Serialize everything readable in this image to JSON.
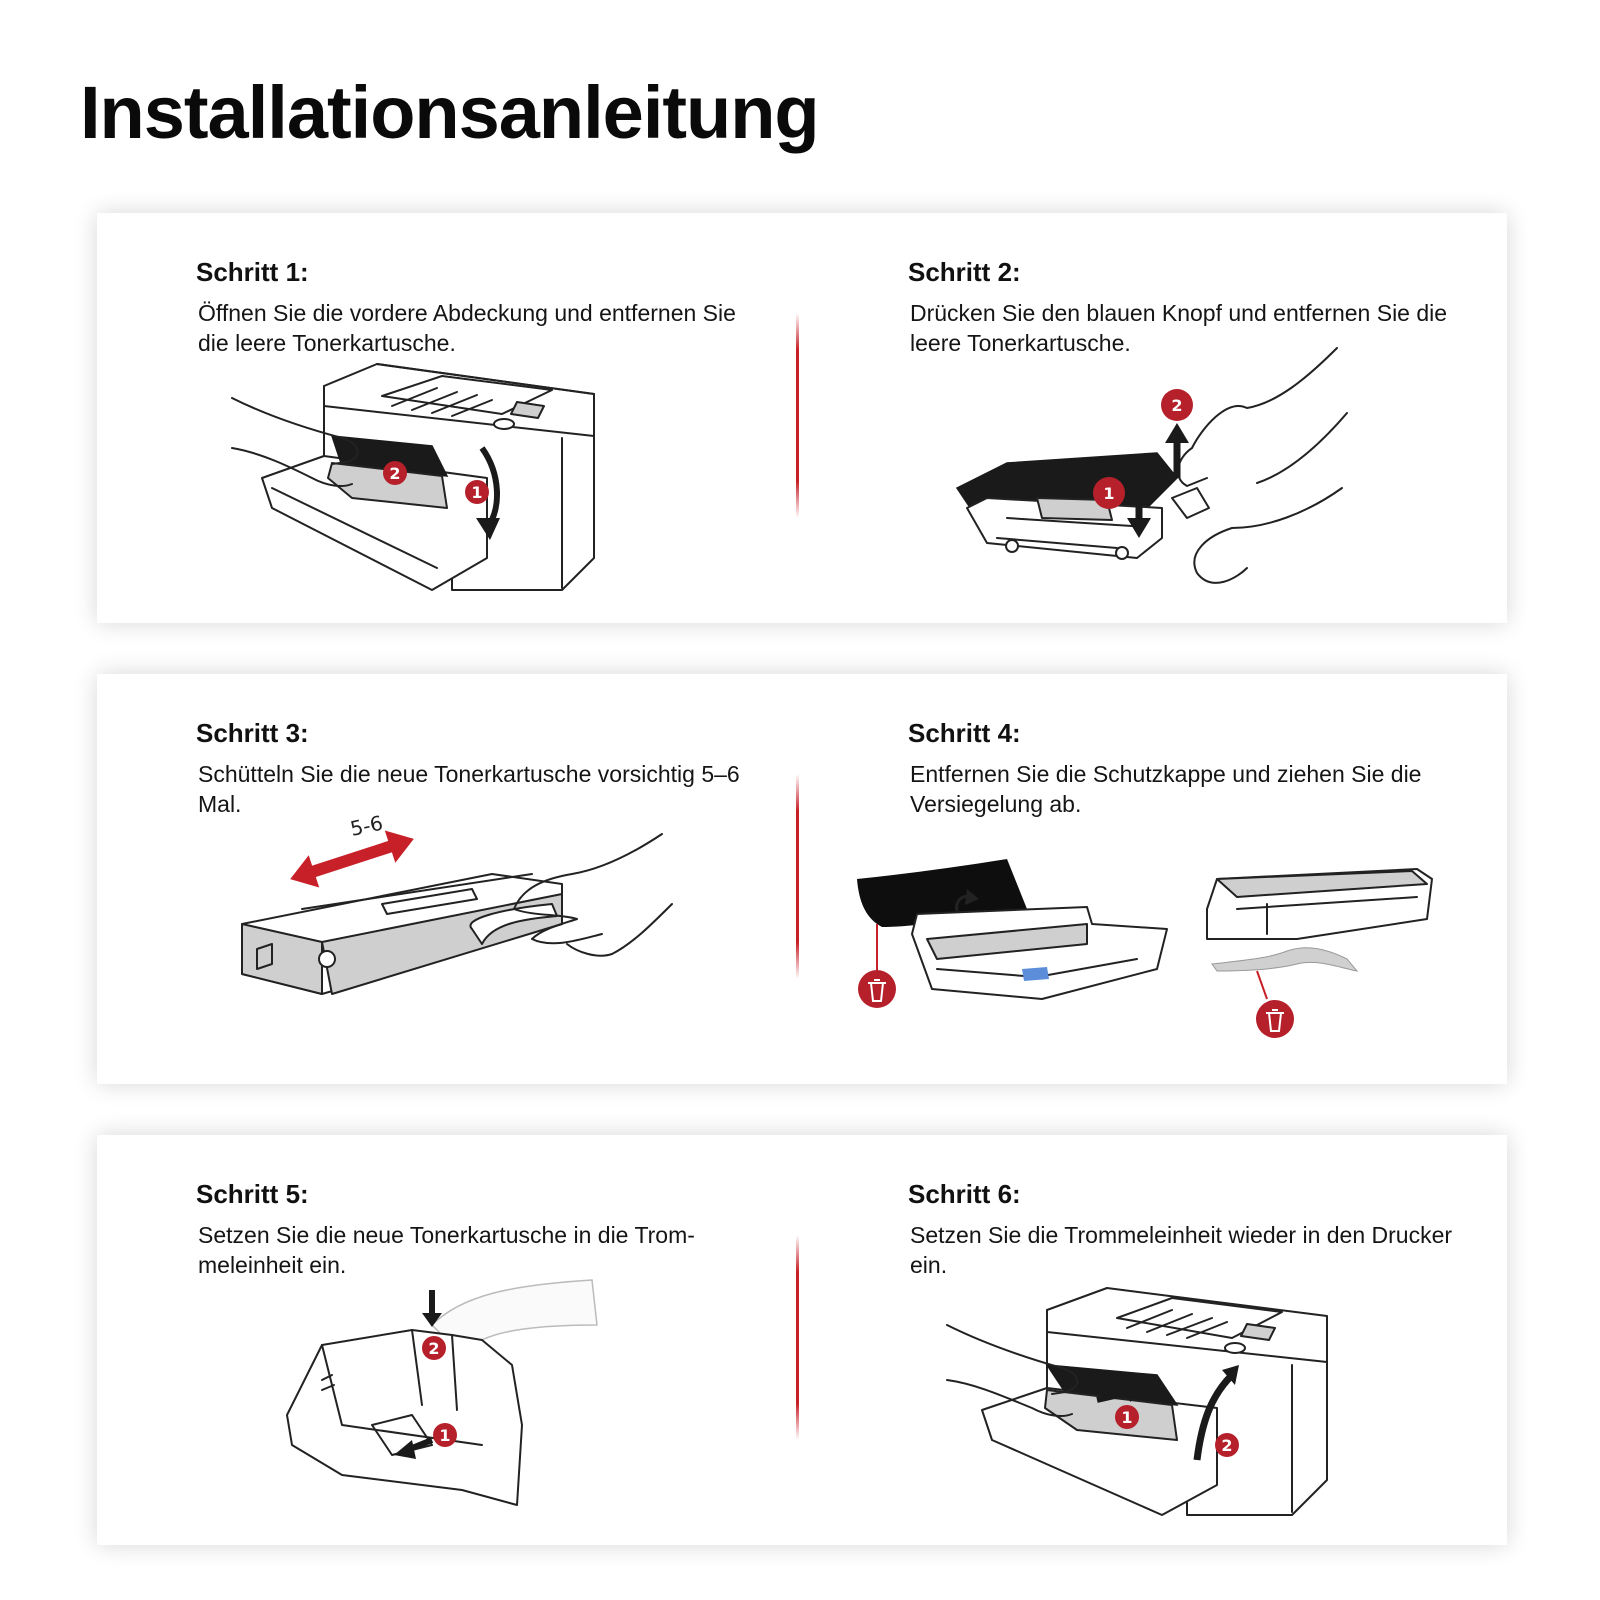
{
  "title": "Installationsanleitung",
  "colors": {
    "accent": "#c82028",
    "text": "#111111",
    "card": "#ffffff"
  },
  "steps": [
    {
      "title": "Schritt 1:",
      "text": "Öffnen Sie die vordere Abdeckung und entfernen Sie die leere Tonerkartusche.",
      "badges": [
        "1",
        "2"
      ]
    },
    {
      "title": "Schritt 2:",
      "text": "Drücken Sie den blauen Knopf und entfernen Sie die leere Tonerkartusche.",
      "badges": [
        "1",
        "2"
      ]
    },
    {
      "title": "Schritt 3:",
      "text": "Schütteln Sie die neue Tonerkartusche vorsichtig 5–6 Mal.",
      "shake_label": "5-6"
    },
    {
      "title": "Schritt 4:",
      "text": "Entfernen Sie die Schutzkappe und ziehen Sie die Versiegelung ab.",
      "icons": [
        "trash-icon",
        "trash-icon"
      ]
    },
    {
      "title": "Schritt 5:",
      "text": "Setzen Sie die neue Tonerkartusche in die Trom­meleinheit ein.",
      "badges": [
        "1",
        "2"
      ]
    },
    {
      "title": "Schritt 6:",
      "text": "Setzen Sie die Trommeleinheit wieder in den Drucker ein.",
      "badges": [
        "1",
        "2"
      ]
    }
  ]
}
